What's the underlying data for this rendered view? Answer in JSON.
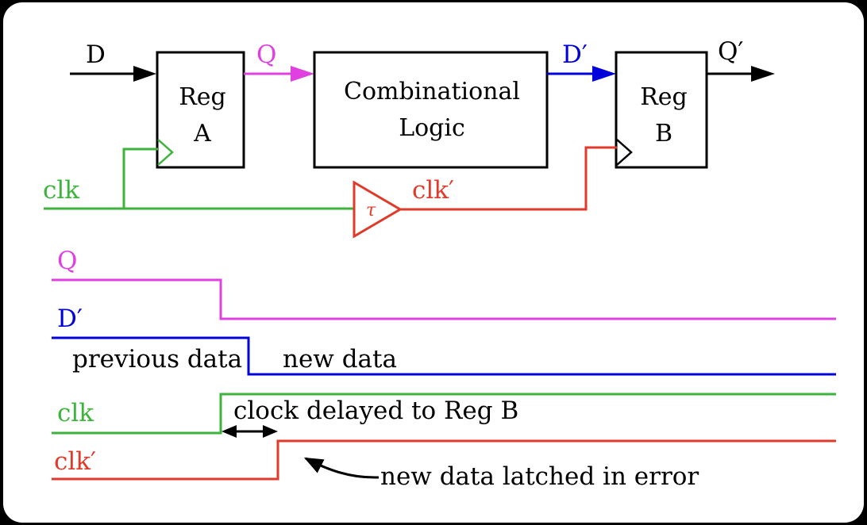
{
  "colors": {
    "background": "#ffffff",
    "frame": "#000000",
    "black_signal": "#000000",
    "q_signal": "#e040e0",
    "d_prime_signal": "#0000dd",
    "clk_signal": "#3cb43c",
    "clk_prime_signal": "#e03a2a"
  },
  "schematic": {
    "input_label": "D",
    "q_label": "Q",
    "d_prime_label": "D′",
    "q_prime_label": "Q′",
    "reg_a": {
      "line1": "Reg",
      "line2": "A"
    },
    "logic": {
      "line1": "Combinational",
      "line2": "Logic"
    },
    "reg_b": {
      "line1": "Reg",
      "line2": "B"
    },
    "clk_label": "clk",
    "clk_prime_label": "clk′",
    "buffer_symbol": "τ"
  },
  "timing": {
    "q_label": "Q",
    "d_prime_label": "D′",
    "previous_data": "previous data",
    "new_data": "new data",
    "clk_label": "clk",
    "clk_prime_label": "clk′",
    "delay_note": "clock delayed to Reg B",
    "error_note": "new data latched in error"
  }
}
